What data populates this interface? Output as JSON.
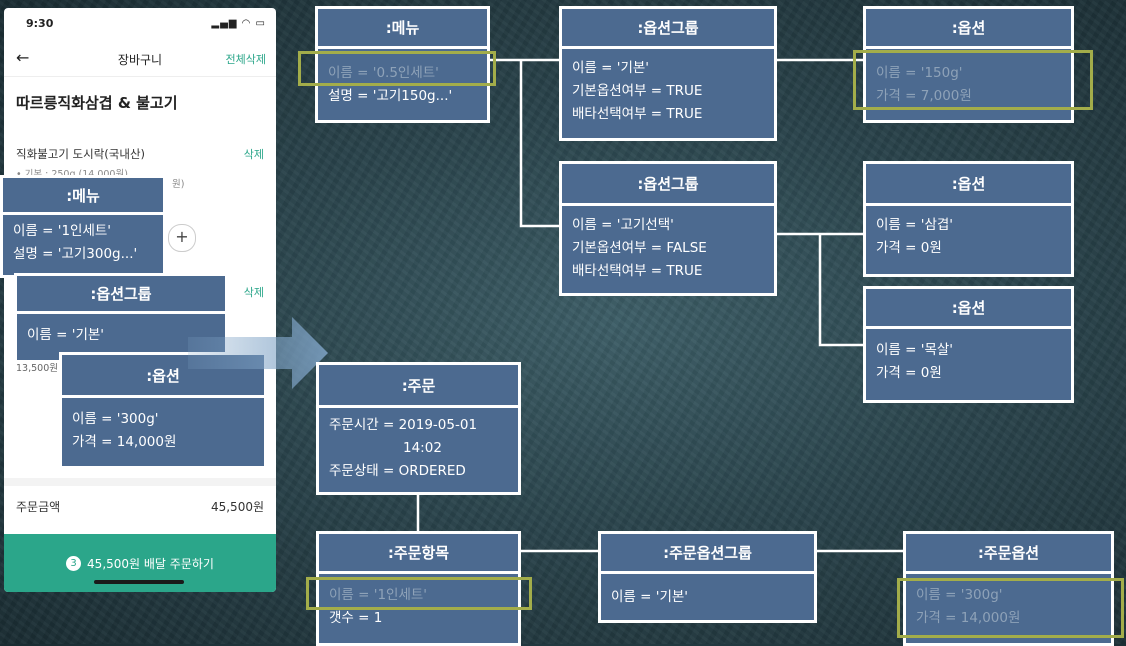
{
  "phone": {
    "time": "9:30",
    "status_icons": "▂▄▆ ◠ ▭",
    "back_glyph": "←",
    "title": "장바구니",
    "delete_all": "전체삭제",
    "store_name": "따르릉직화삼겹 & 불고기",
    "item_name": "직화불고기 도시락(국내산)",
    "item_delete": "삭제",
    "item_option": "• 기본 : 250g (14,000원)",
    "partial_won": "원)",
    "partial_price": "13,500원",
    "item2_delete": "삭제",
    "plus_glyph": "+",
    "total_label": "주문금액",
    "total_value": "45,500원",
    "order_count": "3",
    "order_button": "45,500원 배달 주문하기"
  },
  "overlay": {
    "menu": {
      "header": ":메뉴",
      "lines": [
        "이름 = '1인세트'",
        "설명 = '고기300g...'"
      ]
    },
    "option_group": {
      "header": ":옵션그룹",
      "lines": [
        "이름 = '기본'"
      ]
    },
    "option": {
      "header": ":옵션",
      "lines": [
        "이름 = '300g'",
        "가격 = 14,000원"
      ]
    }
  },
  "diagram": {
    "menu": {
      "header": ":메뉴",
      "lines": [
        "이름 = '0.5인세트'",
        "설명 = '고기150g...'"
      ]
    },
    "option_group_1": {
      "header": ":옵션그룹",
      "lines": [
        "이름 = '기본'",
        "기본옵션여부 = TRUE",
        "배타선택여부 = TRUE"
      ]
    },
    "option_group_2": {
      "header": ":옵션그룹",
      "lines": [
        "이름 = '고기선택'",
        "기본옵션여부 = FALSE",
        "배타선택여부 = TRUE"
      ]
    },
    "option_1": {
      "header": ":옵션",
      "lines": [
        "이름 = '150g'",
        "가격 = 7,000원"
      ]
    },
    "option_2": {
      "header": ":옵션",
      "lines": [
        "이름 = '삼겹'",
        "가격 = 0원"
      ]
    },
    "option_3": {
      "header": ":옵션",
      "lines": [
        "이름 = '목살'",
        "가격 = 0원"
      ]
    },
    "order": {
      "header": ":주문",
      "lines": [
        "주문시간 = 2019-05-01",
        "14:02",
        "주문상태 = ORDERED"
      ]
    },
    "order_item": {
      "header": ":주문항목",
      "lines": [
        "이름 = '1인세트'",
        "갯수 = 1"
      ]
    },
    "order_option_group": {
      "header": ":주문옵션그룹",
      "lines": [
        "이름 = '기본'"
      ]
    },
    "order_option": {
      "header": ":주문옵션",
      "lines": [
        "이름 = '300g'",
        "가격 = 14,000원"
      ]
    }
  },
  "colors": {
    "box_fill": "#4c6a90",
    "highlight": "#a3ad4a",
    "accent_green": "#2ba68a"
  }
}
